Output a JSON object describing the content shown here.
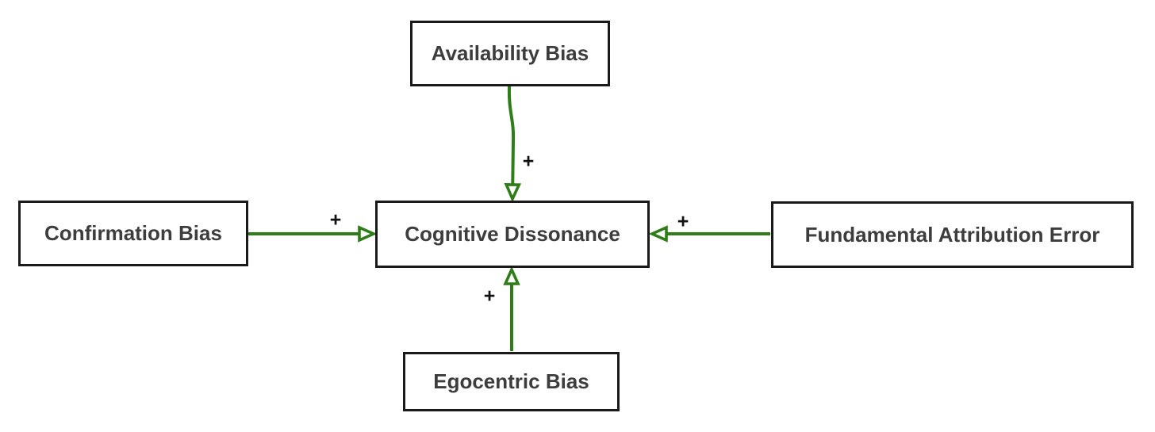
{
  "diagram": {
    "type": "concept-map",
    "background": "#ffffff",
    "colors": {
      "edge": "#2e7d18",
      "node_border": "#1a1a1a",
      "node_fill": "#ffffff",
      "node_text": "#3d3d3d",
      "edge_label_text": "#111111"
    },
    "nodes": {
      "availability": {
        "label": "Availability Bias"
      },
      "confirmation": {
        "label": "Confirmation Bias"
      },
      "cognitive": {
        "label": "Cognitive Dissonance"
      },
      "fundamental": {
        "label": "Fundamental Attribution Error"
      },
      "egocentric": {
        "label": "Egocentric Bias"
      }
    },
    "edges": [
      {
        "from": "Availability Bias",
        "to": "Cognitive Dissonance",
        "label": "+"
      },
      {
        "from": "Confirmation Bias",
        "to": "Cognitive Dissonance",
        "label": "+"
      },
      {
        "from": "Fundamental Attribution Error",
        "to": "Cognitive Dissonance",
        "label": "+"
      },
      {
        "from": "Egocentric Bias",
        "to": "Cognitive Dissonance",
        "label": "+"
      }
    ]
  }
}
